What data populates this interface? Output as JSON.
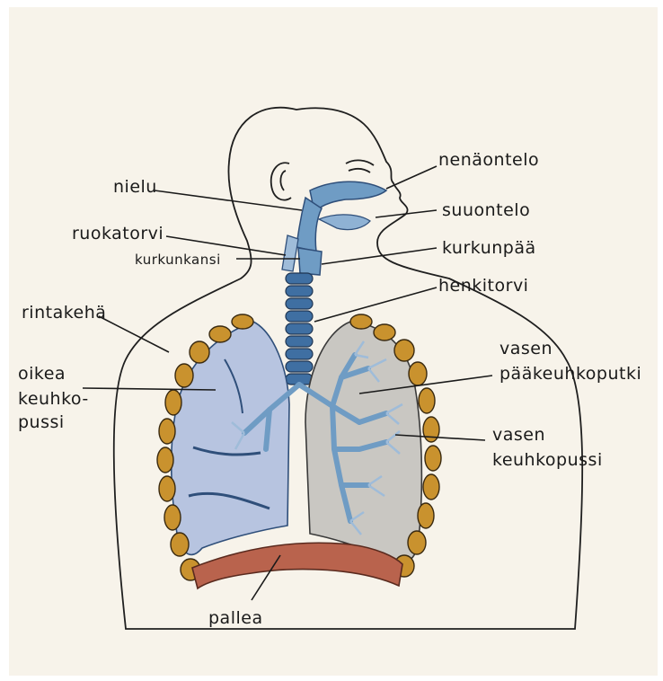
{
  "colors": {
    "paper": "#f7f3ea",
    "skin": "#f1dcb4",
    "airway": "#6f9cc4",
    "airway_dark": "#2f4f7a",
    "lung_right": "#b7c4e0",
    "lung_left": "#c9c7c2",
    "rib": "#c9922e",
    "diaphragm": "#b9634d"
  },
  "labels": {
    "nasal_cavity": "nenäontelo",
    "pharynx": "nielu",
    "oral_cavity": "suuontelo",
    "esophagus": "ruokatorvi",
    "larynx": "kurkunpää",
    "epiglottis": "kurkunkansi",
    "trachea": "henkitorvi",
    "ribcage": "rintakehä",
    "right_lung_line1": "oikea",
    "right_lung_line2": "keuhko-",
    "right_lung_line3": "pussi",
    "left_bronchus_line1": "vasen",
    "left_bronchus_line2": "pääkeuhkoputki",
    "left_lung_line1": "vasen",
    "left_lung_line2": "keuhkopussi",
    "diaphragm": "pallea"
  }
}
